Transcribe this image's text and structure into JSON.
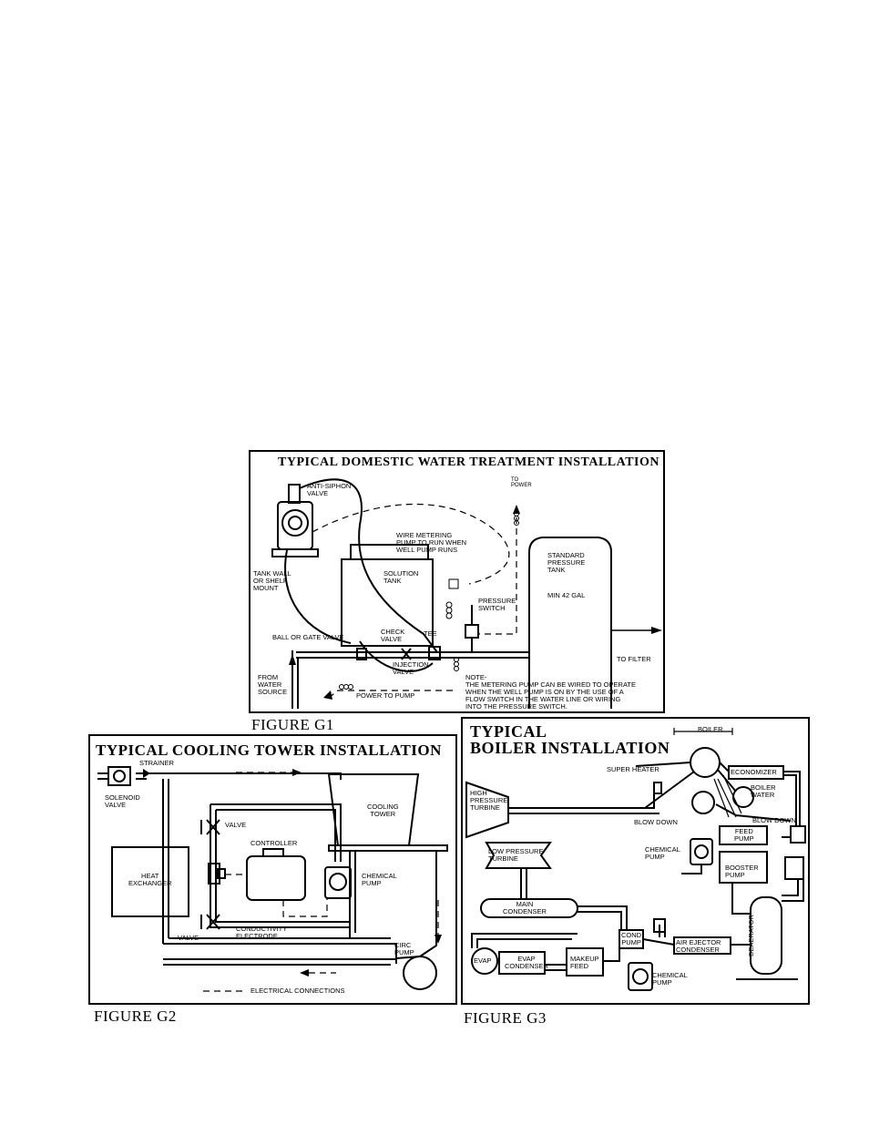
{
  "g1": {
    "title": "TYPICAL DOMESTIC WATER TREATMENT INSTALLATION",
    "caption": "FIGURE G1",
    "labels": {
      "anti_siphon": "ANTI-SIPHON\nVALVE",
      "to_power": "TO\nPOWER",
      "wire_metering": "WIRE METERING\nPUMP TO RUN WHEN\nWELL PUMP RUNS",
      "tank_wall": "TANK WALL\nOR SHELF\nMOUNT",
      "solution_tank": "SOLUTION\nTANK",
      "standard_tank": "STANDARD\nPRESSURE\nTANK",
      "min_gal": "MIN 42 GAL",
      "pressure_switch": "PRESSURE\nSWITCH",
      "ball_gate": "BALL OR GATE VALVE",
      "check_valve": "CHECK\nVALVE",
      "tee": "TEE",
      "injection_valve": "INJECTION\nVALVE",
      "to_filter": "TO FILTER",
      "from_source": "FROM\nWATER\nSOURCE",
      "power_to_pump": "POWER TO PUMP",
      "note": "NOTE-\nTHE METERING PUMP CAN BE WIRED TO OPERATE\nWHEN THE WELL PUMP IS ON BY THE USE OF A\nFLOW SWITCH IN THE WATER LINE OR WIRING\nINTO THE PRESSURE SWITCH."
    }
  },
  "g2": {
    "title": "TYPICAL COOLING TOWER INSTALLATION",
    "caption": "FIGURE G2",
    "labels": {
      "strainer": "STRAINER",
      "solenoid": "SOLENOID\nVALVE",
      "cooling_tower": "COOLING\nTOWER",
      "valve_top": "VALVE",
      "controller": "CONTROLLER",
      "heat_exchanger": "HEAT\nEXCHANGER",
      "chemical_pump": "CHEMICAL\nPUMP",
      "conductivity": "CONDUCTIVITY\nELECTRODE",
      "valve_bottom": "VALVE",
      "circ_pump": "CIRC\nPUMP",
      "electrical": "ELECTRICAL CONNECTIONS"
    }
  },
  "g3": {
    "title_line1": "TYPICAL",
    "title_line2": "BOILER INSTALLATION",
    "caption": "FIGURE G3",
    "labels": {
      "boiler": "BOILER",
      "economizer": "ECONOMIZER",
      "super_heater": "SUPER HEATER",
      "boiler_water": "BOILER\nWATER",
      "hp_turbine": "HIGH\nPRESSURE\nTURBINE",
      "blow_down_1": "BLOW DOWN",
      "blow_down_2": "BLOW DOWN",
      "feed_pump": "FEED\nPUMP",
      "lp_turbine": "LOW PRESSURE\nTURBINE",
      "chemical_pump_1": "CHEMICAL\nPUMP",
      "booster_pump": "BOOSTER\nPUMP",
      "main_condenser": "MAIN\nCONDENSER",
      "deaerator": "DEAERATOR",
      "cond_pump": "COND\nPUMP",
      "air_ejector": "AIR EJECTOR\nCONDENSER",
      "evap": "EVAP",
      "evap_condenser": "EVAP\nCONDENSER",
      "makeup_feed": "MAKEUP\nFEED",
      "chemical_pump_2": "CHEMICAL\nPUMP"
    }
  }
}
